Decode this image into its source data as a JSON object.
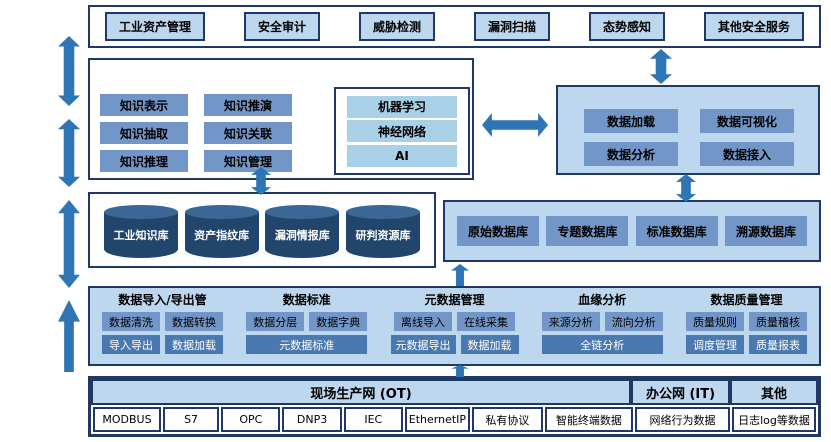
{
  "colors": {
    "navy_border": "#1F3864",
    "panel_blue": "#BDD7EE",
    "box_blue": "#7396C9",
    "box_dark_blue": "#4A79AF",
    "ai_cyan": "#A8D1E8",
    "cylinder_navy": "#21456B",
    "arrow_blue": "#2E75B6"
  },
  "services": {
    "items": [
      "工业资产管理",
      "安全审计",
      "威胁检测",
      "漏洞扫描",
      "态势感知",
      "其他安全服务"
    ]
  },
  "knowledge": {
    "items": [
      "知识表示",
      "知识推演",
      "知识抽取",
      "知识关联",
      "知识推理",
      "知识管理"
    ],
    "ai": [
      "机器学习",
      "神经网络",
      "AI"
    ]
  },
  "platform": {
    "items": [
      "数据加载",
      "数据可视化",
      "数据分析",
      "数据接入"
    ]
  },
  "repositories": {
    "items": [
      "工业知识库",
      "资产指纹库",
      "漏洞情报库",
      "研判资源库"
    ]
  },
  "databases": {
    "items": [
      "原始数据库",
      "专题数据库",
      "标准数据库",
      "溯源数据库"
    ]
  },
  "governance": {
    "groups": [
      {
        "title": "数据导入/导出管",
        "row1": [
          "数据清洗",
          "数据转换"
        ],
        "row2": [
          "导入导出",
          "数据加载"
        ]
      },
      {
        "title": "数据标准",
        "row1": [
          "数据分层",
          "数据字典"
        ],
        "wide": "元数据标准"
      },
      {
        "title": "元数据管理",
        "row1": [
          "离线导入",
          "在线采集"
        ],
        "row2": [
          "元数据导出",
          "数据加载"
        ]
      },
      {
        "title": "血缘分析",
        "row1": [
          "来源分析",
          "流向分析"
        ],
        "wide": "全链分析"
      },
      {
        "title": "数据质量管理",
        "row1": [
          "质量规则",
          "质量稽核"
        ],
        "row2": [
          "调度管理",
          "质量报表"
        ]
      }
    ]
  },
  "network": {
    "headers": [
      "现场生产网 (OT)",
      "办公网 (IT)",
      "其他"
    ],
    "ot_sources": [
      "MODBUS",
      "S7",
      "OPC",
      "DNP3",
      "IEC",
      "EthernetIP",
      "私有协议",
      "智能终端数据"
    ],
    "it_sources": [
      "网络行为数据"
    ],
    "other_sources": [
      "日志log等数据"
    ]
  }
}
